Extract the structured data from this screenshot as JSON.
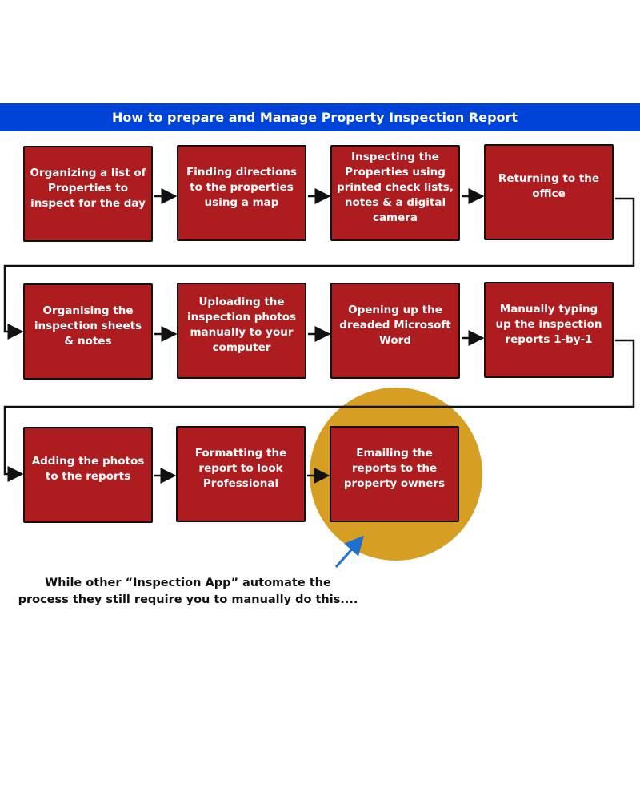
{
  "header": {
    "title": "How to prepare and Manage Property Inspection Report"
  },
  "steps": [
    "Organizing a list of Properties to inspect for the day",
    "Finding directions to the properties using a map",
    "Inspecting the Properties using printed check lists, notes & a digital camera",
    "Returning to the office",
    "Organising the inspection sheets & notes",
    "Uploading the inspection photos manually to your computer",
    "Opening up the dreaded Microsoft Word",
    "Manually typing up the inspection reports 1-by-1",
    "Adding the photos to the reports",
    "Formatting the report to look Professional",
    "Emailing the reports to the property owners"
  ],
  "caption": {
    "line1": "While other “Inspection App” automate the",
    "line2": "process they still require you to manually do this...."
  },
  "colors": {
    "header": "#0043d8",
    "box": "#ad1c1f",
    "highlight": "#d69e22",
    "pointer": "#1f6fd0"
  }
}
